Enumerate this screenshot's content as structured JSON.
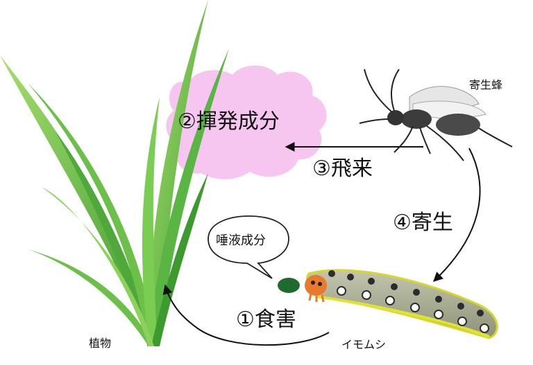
{
  "labels": {
    "volatile": "②揮発成分",
    "flying": "③飛来",
    "parasitism": "④寄生",
    "feeding": "①食害",
    "saliva": "唾液成分",
    "plant": "植物",
    "caterpillar": "イモムシ",
    "wasp": "寄生蜂"
  },
  "colors": {
    "cloud": "#f6c6f1",
    "leaf_light": "#8cd15c",
    "leaf_dark": "#3c9a2e",
    "caterpillar_body": "#a3a78c",
    "caterpillar_stripe": "#e2e234",
    "caterpillar_head": "#e87a2c",
    "saliva_blob": "#1f6b2e",
    "wasp_body": "#4a4a4a",
    "arrow": "#111111"
  },
  "icons": [
    "grass-plant-icon",
    "caterpillar-icon",
    "parasitoid-wasp-icon",
    "speech-bubble-icon",
    "volatile-cloud-icon"
  ]
}
